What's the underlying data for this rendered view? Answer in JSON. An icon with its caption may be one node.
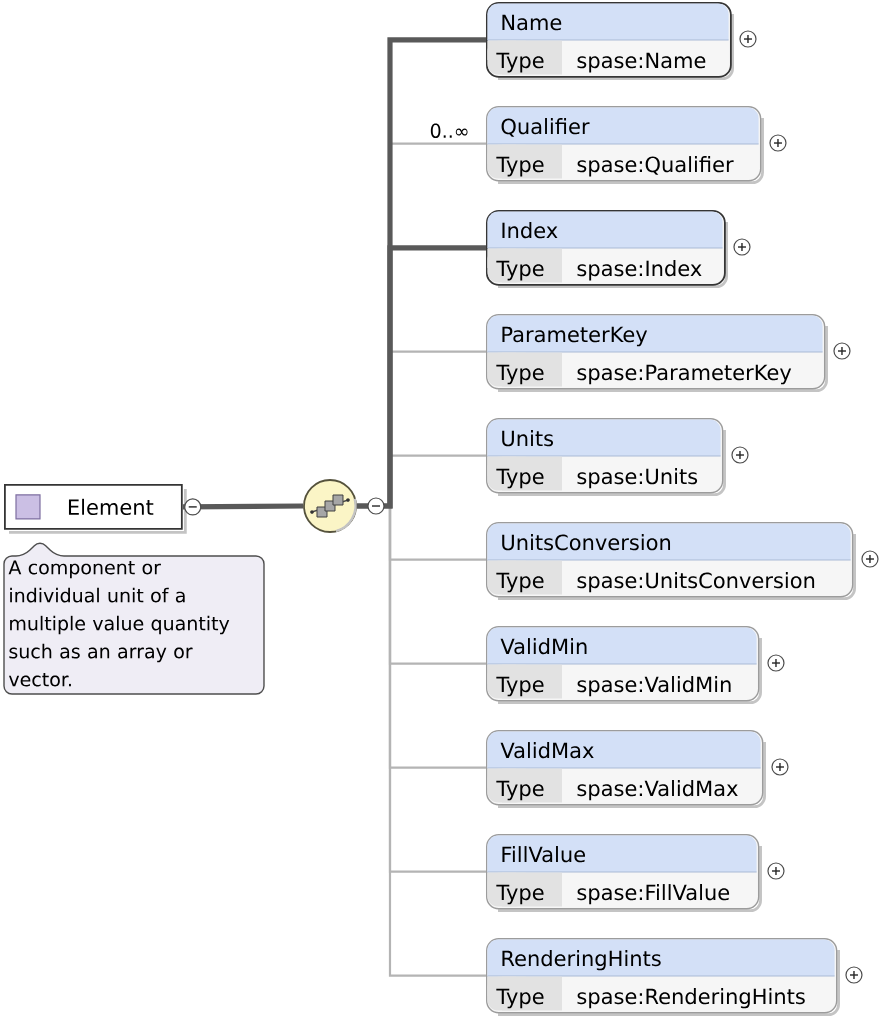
{
  "diagram": {
    "nodes": [
      {
        "text": [
          "Element"
        ]
      },
      {
        "text": [
          "A component or individual unit of a multiple value quantity such as an array or vector."
        ]
      },
      {
        "text": [],
        "shape": "circle"
      },
      {
        "text": [
          "Name",
          "Type",
          "spase:Name"
        ]
      },
      {
        "text": [
          "Qualifier",
          "Type",
          "spase:Qualifier"
        ]
      },
      {
        "text": [
          "Index",
          "Type",
          "spase:Index"
        ]
      },
      {
        "text": [
          "ParameterKey",
          "Type",
          "spase:ParameterKey"
        ]
      },
      {
        "text": [
          "Units",
          "Type",
          "spase:Units"
        ]
      },
      {
        "text": [
          "UnitsConversion",
          "Type",
          "spase:UnitsConversion"
        ]
      },
      {
        "text": [
          "ValidMin",
          "Type",
          "spase:ValidMin"
        ]
      },
      {
        "text": [
          "ValidMax",
          "Type",
          "spase:ValidMax"
        ]
      },
      {
        "text": [
          "FillValue",
          "Type",
          "spase:FillValue"
        ]
      },
      {
        "text": [
          "RenderingHints",
          "Type",
          "spase:RenderingHints"
        ]
      }
    ],
    "edges": [
      {
        "from": 0,
        "to": 2,
        "arrow": "none",
        "style": "thick",
        "color": "#595959"
      },
      {
        "from": 2,
        "to": 3,
        "arrow": "none",
        "style": "thick",
        "color": "#595959"
      },
      {
        "from": 2,
        "to": 4,
        "arrow": "none",
        "label": "0..∞"
      },
      {
        "from": 2,
        "to": 5,
        "arrow": "none",
        "style": "thick",
        "color": "#595959"
      },
      {
        "from": 2,
        "to": 6,
        "arrow": "none"
      },
      {
        "from": 2,
        "to": 7,
        "arrow": "none"
      },
      {
        "from": 2,
        "to": 8,
        "arrow": "none"
      },
      {
        "from": 2,
        "to": 9,
        "arrow": "none"
      },
      {
        "from": 2,
        "to": 10,
        "arrow": "none"
      },
      {
        "from": 2,
        "to": 11,
        "arrow": "none"
      },
      {
        "from": 2,
        "to": 12,
        "arrow": "none"
      }
    ]
  }
}
